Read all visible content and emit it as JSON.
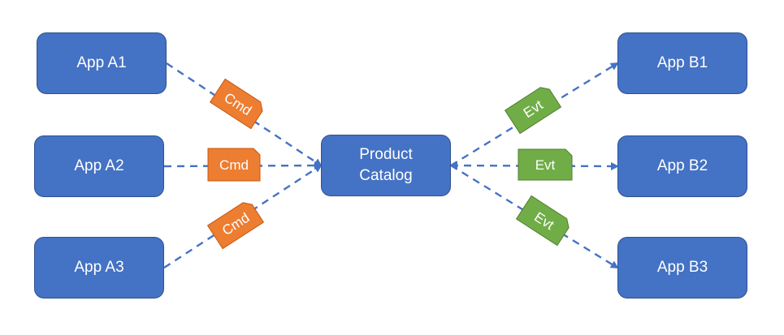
{
  "nodes": {
    "app_a1": "App A1",
    "app_a2": "App A2",
    "app_a3": "App A3",
    "catalog_line1": "Product",
    "catalog_line2": "Catalog",
    "app_b1": "App B1",
    "app_b2": "App B2",
    "app_b3": "App B3"
  },
  "messages": {
    "cmd1": "Cmd",
    "cmd2": "Cmd",
    "cmd3": "Cmd",
    "evt1": "Evt",
    "evt2": "Evt",
    "evt3": "Evt"
  },
  "colors": {
    "node_fill": "#4472C4",
    "node_border": "#2F528F",
    "connector": "#4472C4",
    "command_fill": "#ED7D31",
    "event_fill": "#70AD47"
  }
}
